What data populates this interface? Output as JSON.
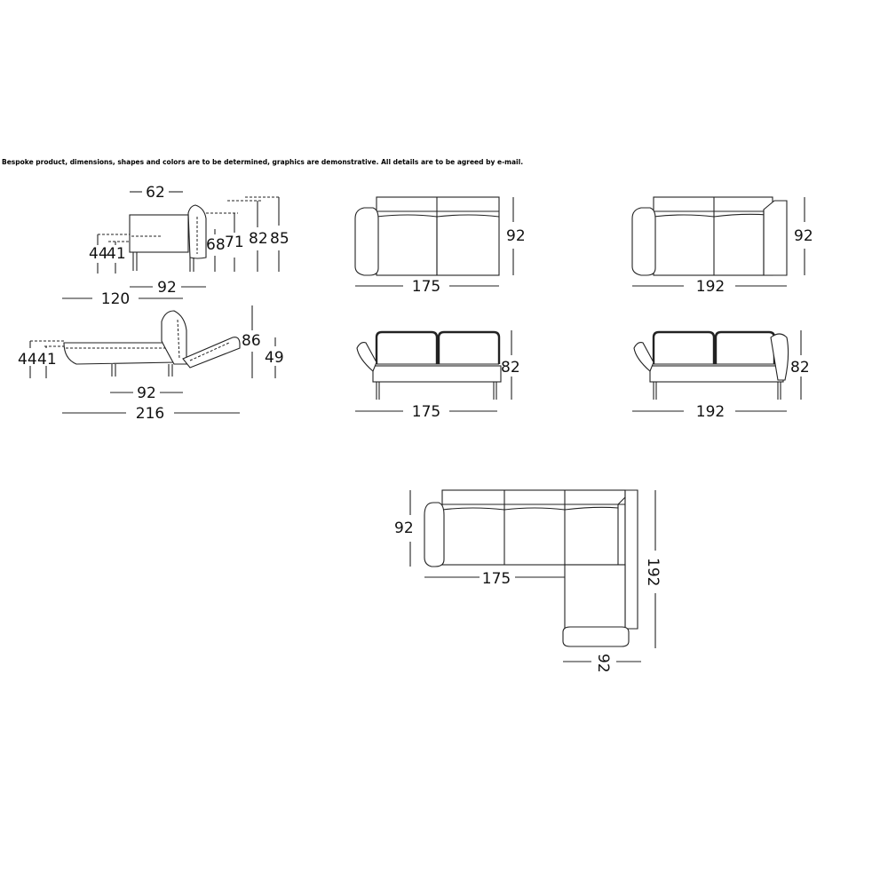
{
  "disclaimer": "Bespoke product, dimensions, shapes and colors are to be determined, graphics are demonstrative. All details are to be agreed by e-mail.",
  "views": {
    "side_seat": {
      "depth": "62",
      "h44": "44",
      "h41": "41",
      "h68": "68",
      "h71": "71",
      "h82": "82",
      "h85": "85",
      "width92": "92"
    },
    "side_bed": {
      "length120": "120",
      "h44": "44",
      "h41": "41",
      "h86": "86",
      "h49": "49",
      "width92": "92",
      "length216": "216"
    },
    "top_175": {
      "width": "175",
      "depth": "92"
    },
    "top_192": {
      "width": "192",
      "depth": "92"
    },
    "front_175": {
      "width": "175",
      "height": "82"
    },
    "front_192": {
      "width": "192",
      "height": "82"
    },
    "corner": {
      "depth_left": "92",
      "width": "175",
      "length": "192",
      "chaise_width": "92"
    }
  }
}
